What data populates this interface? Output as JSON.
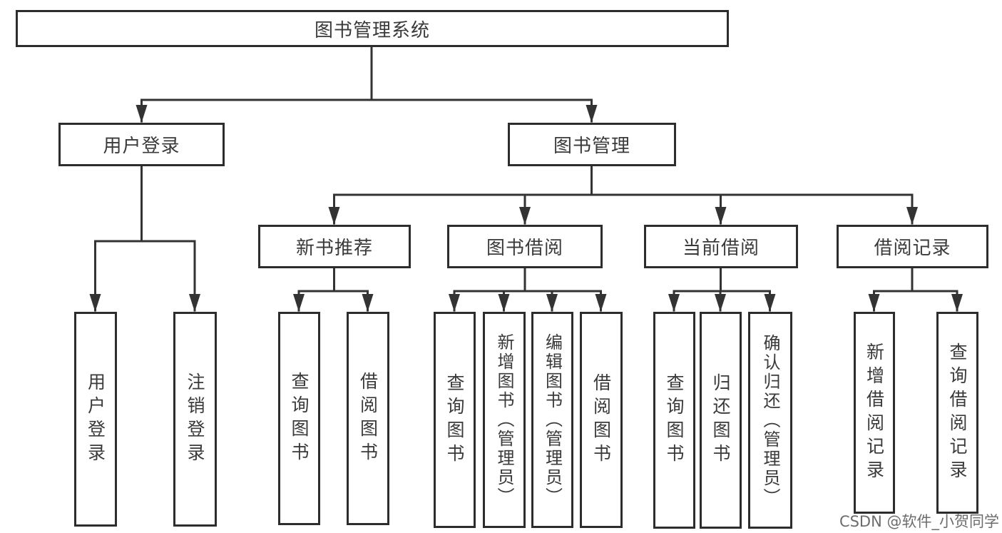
{
  "colors": {
    "background": "#ffffff",
    "line": "#333333",
    "box_border": "#2d2d2d",
    "text": "#3a3a3a",
    "watermark": "#525252"
  },
  "tree": {
    "label": "图书管理系统",
    "children": [
      {
        "label": "用户登录",
        "children": [
          {
            "label": "用户登录"
          },
          {
            "label": "注销登录"
          }
        ]
      },
      {
        "label": "图书管理",
        "children": [
          {
            "label": "新书推荐",
            "children": [
              {
                "label": "查询图书"
              },
              {
                "label": "借阅图书"
              }
            ]
          },
          {
            "label": "图书借阅",
            "children": [
              {
                "label": "查询图书"
              },
              {
                "label": "新增图书（管理员）"
              },
              {
                "label": "编辑图书（管理员）"
              },
              {
                "label": "借阅图书"
              }
            ]
          },
          {
            "label": "当前借阅",
            "children": [
              {
                "label": "查询图书"
              },
              {
                "label": "归还图书"
              },
              {
                "label": "确认归还（管理员）"
              }
            ]
          },
          {
            "label": "借阅记录",
            "children": [
              {
                "label": "新增借阅记录"
              },
              {
                "label": "查询借阅记录"
              }
            ]
          }
        ]
      }
    ]
  },
  "watermark": {
    "text": "CSDN @软件_小贺同学"
  }
}
